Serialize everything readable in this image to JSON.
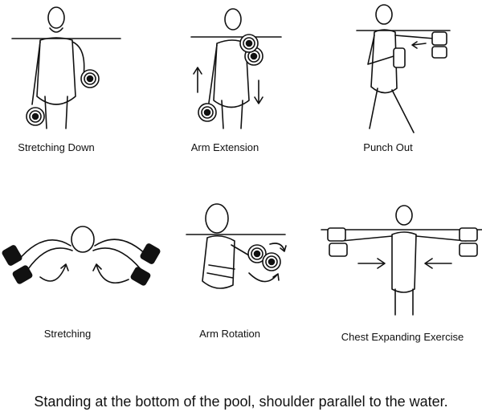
{
  "exercises": [
    {
      "label": "Stretching Down"
    },
    {
      "label": "Arm Extension"
    },
    {
      "label": "Punch Out"
    },
    {
      "label": "Stretching"
    },
    {
      "label": "Arm Rotation"
    },
    {
      "label": "Chest Expanding Exercise"
    }
  ],
  "caption": "Standing at the bottom of the pool, shoulder parallel to the water."
}
